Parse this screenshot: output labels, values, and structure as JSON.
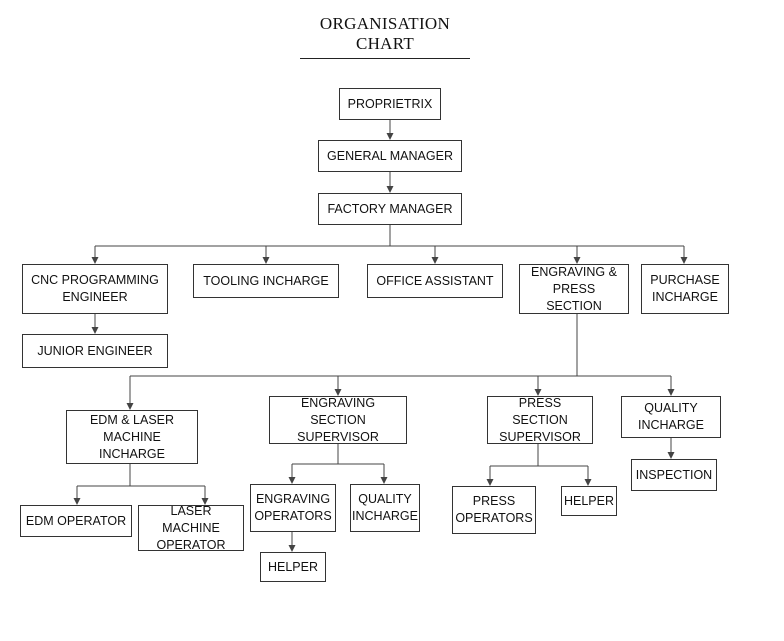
{
  "title": "ORGANISATION CHART",
  "nodes": {
    "proprietrix": "PROPRIETRIX",
    "general_manager": "GENERAL MANAGER",
    "factory_manager": "FACTORY MANAGER",
    "cnc_programming_engineer": "CNC PROGRAMMING\nENGINEER",
    "tooling_incharge": "TOOLING INCHARGE",
    "office_assistant": "OFFICE ASSISTANT",
    "engraving_press_section": "ENGRAVING &\nPRESS SECTION",
    "purchase_incharge": "PURCHASE\nINCHARGE",
    "junior_engineer": "JUNIOR ENGINEER",
    "edm_laser_machine_incharge": "EDM & LASER\nMACHINE INCHARGE",
    "engraving_section_supervisor": "ENGRAVING SECTION\nSUPERVISOR",
    "press_section_supervisor": "PRESS SECTION\nSUPERVISOR",
    "quality_incharge_top": "QUALITY\nINCHARGE",
    "edm_operator": "EDM OPERATOR",
    "laser_machine_operator": "LASER MACHINE\nOPERATOR",
    "engraving_operators": "ENGRAVING\nOPERATORS",
    "quality_incharge_sub": "QUALITY\nINCHARGE",
    "press_operators": "PRESS\nOPERATORS",
    "helper_press": "HELPER",
    "inspection": "INSPECTION",
    "helper_engraving": "HELPER"
  }
}
